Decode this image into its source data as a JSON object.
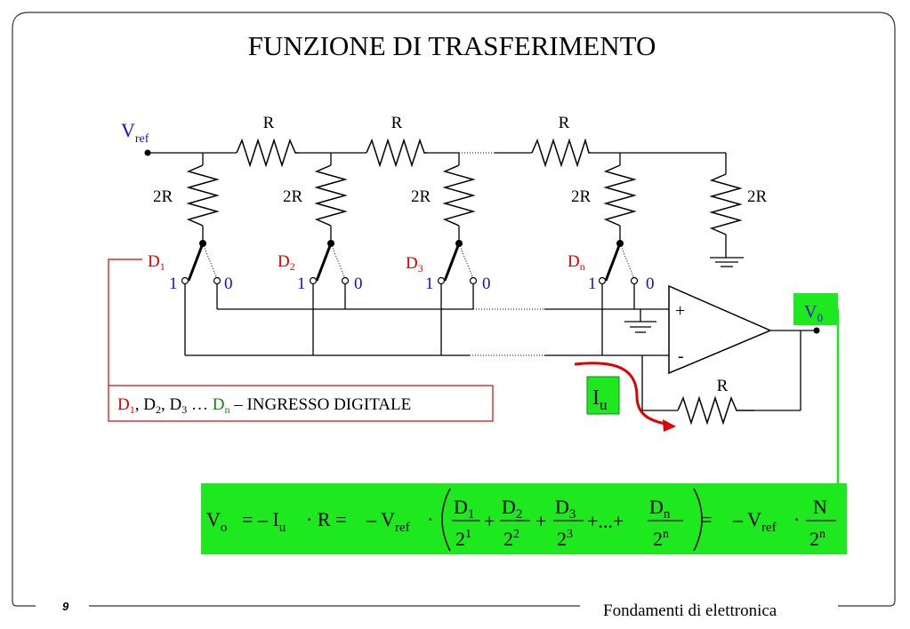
{
  "slide": {
    "title": "FUNZIONE DI TRASFERIMENTO",
    "page_number": "9",
    "course": "Fondamenti di elettronica"
  },
  "circuit": {
    "vref_main": "V",
    "vref_sub": "ref",
    "r_label": "R",
    "r2_label": "2R",
    "switches": [
      {
        "main": "D",
        "sub": "1",
        "color": "#e00000"
      },
      {
        "main": "D",
        "sub": "2",
        "color": "#e00000"
      },
      {
        "main": "D",
        "sub": "3",
        "color": "#e00000"
      },
      {
        "main": "D",
        "sub": "n",
        "color": "#e00000"
      }
    ],
    "pos_one": "1",
    "pos_zero": "0",
    "opamp_plus": "+",
    "opamp_minus": "-",
    "feedback_r": "R",
    "iu_main": "I",
    "iu_sub": "u",
    "v0_main": "V",
    "v0_sub": "0"
  },
  "legend": {
    "d1_main": "D",
    "d1_sub": "1",
    "sep": ", ",
    "d2_main": "D",
    "d2_sub": "2",
    "d3_main": "D",
    "d3_sub": "3",
    "ellipsis": " … ",
    "dn_main": "D",
    "dn_sub": "n",
    "suffix": " – INGRESSO DIGITALE"
  },
  "formula": {
    "vo_main": "V",
    "vo_sub": "o",
    "eq1": "= – I",
    "iu_sub": "u",
    "dot_r_eq": "· R =",
    "neg_vref": "– V",
    "ref_sub": "ref",
    "dot": "·",
    "terms": [
      {
        "num_main": "D",
        "num_sub": "1",
        "den_main": "2",
        "den_sup": "1"
      },
      {
        "num_main": "D",
        "num_sub": "2",
        "den_main": "2",
        "den_sup": "2"
      },
      {
        "num_main": "D",
        "num_sub": "3",
        "den_main": "2",
        "den_sup": "3"
      },
      {
        "num_main": "D",
        "num_sub": "n",
        "den_main": "2",
        "den_sup": "n"
      }
    ],
    "plus": "+",
    "plus_dots": "+...+",
    "eq2": "=",
    "result_neg": "– V",
    "result_sub": "ref",
    "result_dot": "·",
    "result_num": "N",
    "result_den_main": "2",
    "result_den_sup": "n"
  },
  "colors": {
    "green_box": "#1ee81e",
    "legend_border": "#e00000",
    "wire": "#000000",
    "current_arrow": "#e00000"
  }
}
